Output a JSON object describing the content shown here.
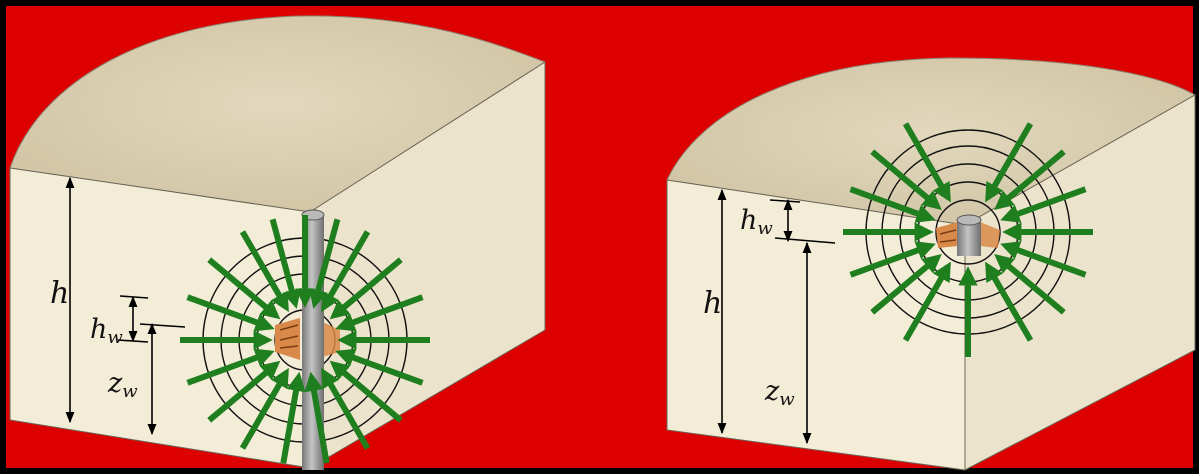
{
  "colors": {
    "background": "#dd0000",
    "frame": "#000000",
    "soil_top": "#d6cdb2",
    "soil_side": "#f3ecd7",
    "pipe": "#9a9a9a",
    "arrow": "#1f7f1f",
    "screen": "#d9894a"
  },
  "left_diagram": {
    "h_label": "h",
    "hw_base": "h",
    "hw_sub": "w",
    "zw_base": "z",
    "zw_sub": "w"
  },
  "right_diagram": {
    "h_label": "h",
    "hw_base": "h",
    "hw_sub": "w",
    "zw_base": "z",
    "zw_sub": "w"
  }
}
